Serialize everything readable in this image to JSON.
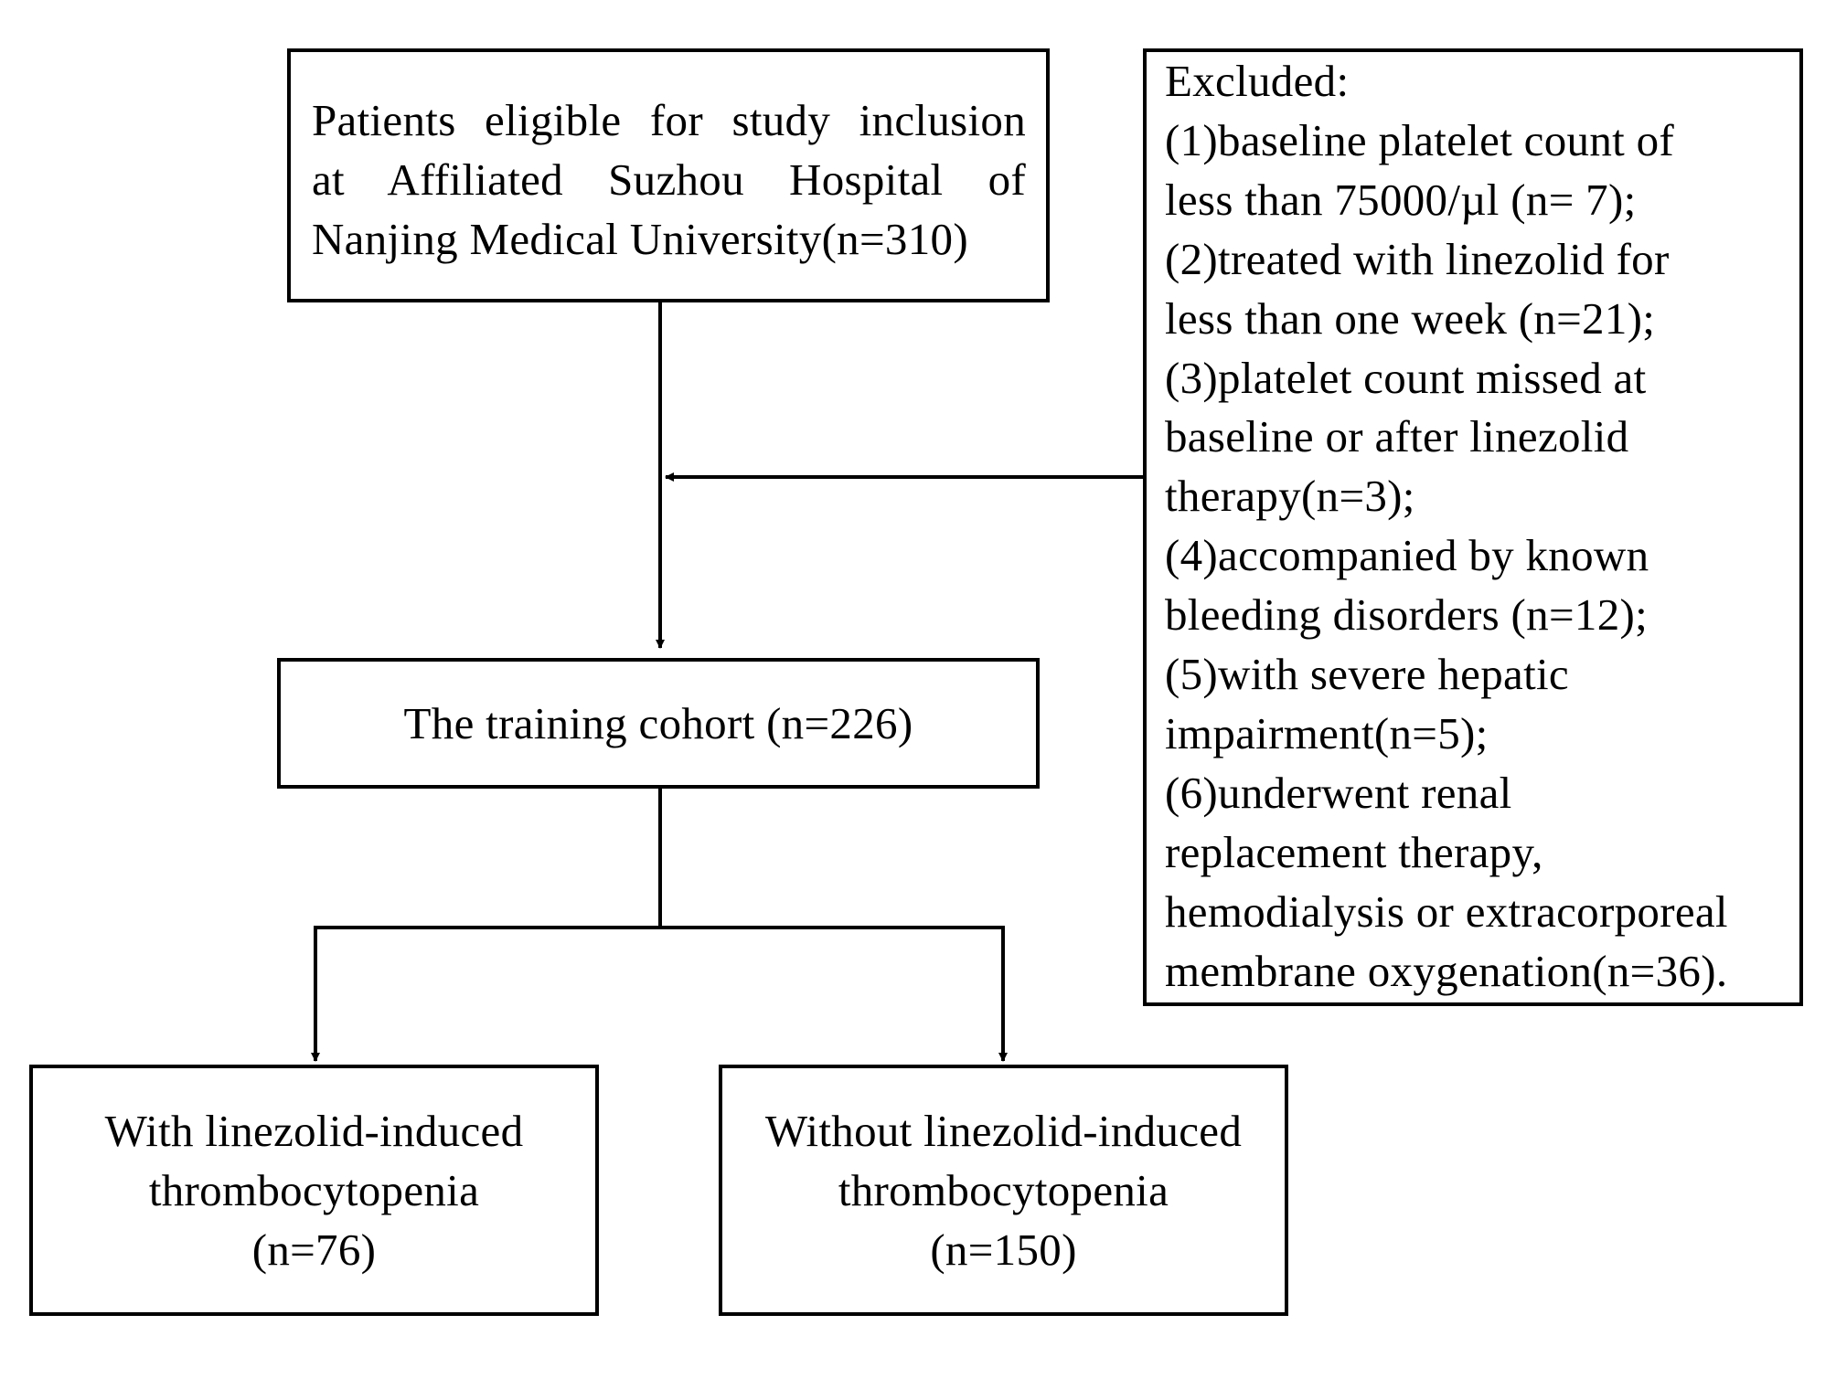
{
  "eligible_box": {
    "lines": [
      "Patients eligible for study inclusion",
      "at Affiliated Suzhou Hospital of",
      "Nanjing Medical University(n=310)"
    ]
  },
  "excluded_box": {
    "lines": [
      "Excluded:",
      "(1)baseline platelet count of",
      "less than 75000/µl (n= 7);",
      "(2)treated with linezolid for",
      "less than one week (n=21);",
      "(3)platelet count missed at",
      "baseline or after linezolid",
      "therapy(n=3);",
      "(4)accompanied by known",
      "bleeding disorders (n=12);",
      "(5)with severe hepatic",
      "impairment(n=5);",
      "(6)underwent renal",
      "replacement therapy,",
      "hemodialysis or extracorporeal",
      "membrane oxygenation(n=36)."
    ]
  },
  "training_box": {
    "label": "The training cohort (n=226)"
  },
  "with_box": {
    "lines": [
      "With linezolid-induced",
      "thrombocytopenia",
      "(n=76)"
    ]
  },
  "without_box": {
    "lines": [
      "Without linezolid-induced",
      "thrombocytopenia",
      "(n=150)"
    ]
  }
}
